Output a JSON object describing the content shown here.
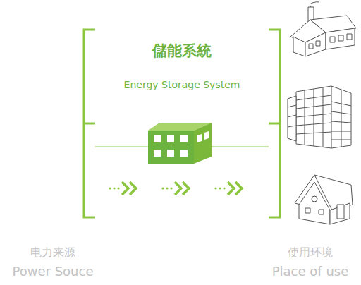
{
  "diagram": {
    "title": "儲能系統",
    "labels": [
      "Energy Storage System",
      "电力来源",
      "Power Souce",
      "使用环境",
      "Place of use"
    ]
  }
}
